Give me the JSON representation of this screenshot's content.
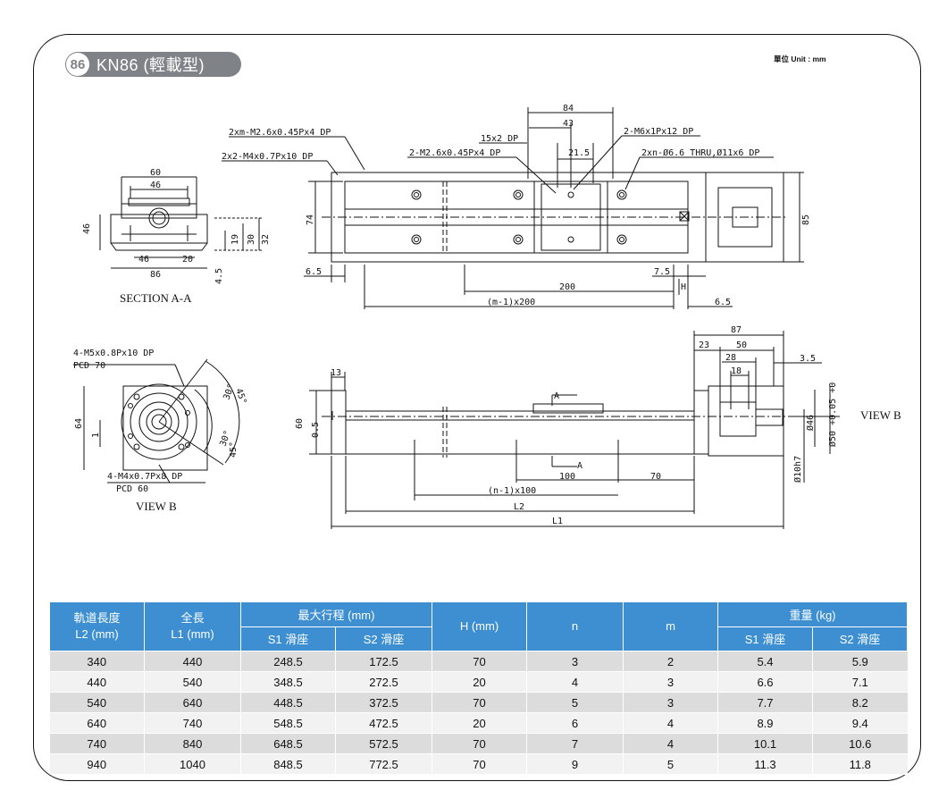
{
  "header": {
    "number": "86",
    "title": "KN86 (輕載型)",
    "unit": "單位 Unit : mm"
  },
  "drawing": {
    "section_a_a": {
      "caption": "SECTION A-A",
      "dims": [
        "60",
        "46",
        "46",
        "20",
        "86",
        "46",
        "19",
        "30",
        "32",
        "4.5"
      ]
    },
    "view_b": {
      "caption": "VIEW B",
      "note_top_1": "4-M5x0.8Px10 DP",
      "note_top_2": "PCD 70",
      "note_bot_1": "4-M4x0.7Px8 DP",
      "note_bot_2": "PCD 60",
      "angles": [
        "45°",
        "30°",
        "30°",
        "45°"
      ],
      "dims": [
        "64",
        "1"
      ]
    },
    "top_view": {
      "labels": [
        "2xm-M2.6x0.45Px4 DP",
        "2x2-M4x0.7Px10 DP",
        "15x2 DP",
        "2-M2.6x0.45Px4 DP",
        "2-M6x1Px12 DP",
        "2xn-Ø6.6 THRU,Ø11x6 DP"
      ],
      "dims": [
        "84",
        "43",
        "21.5",
        "74",
        "85",
        "6.5",
        "7.5",
        "200",
        "H",
        "(m-1)x200",
        "6.5"
      ]
    },
    "side_view": {
      "labels": [
        "A",
        "A",
        "VIEW B"
      ],
      "dims": [
        "87",
        "23",
        "50",
        "28",
        "18",
        "3.5",
        "13",
        "60",
        "0.5",
        "Ø46",
        "Ø50 +0.05 +0",
        "Ø10h7",
        "100",
        "70",
        "(n-1)x100",
        "L2",
        "L1"
      ]
    }
  },
  "table": {
    "headers": {
      "rail_length": "軌道長度\nL2 (mm)",
      "total_length": "全長\nL1 (mm)",
      "max_stroke": "最大行程 (mm)",
      "s1_slider": "S1 滑座",
      "s2_slider": "S2 滑座",
      "h": "H (mm)",
      "n": "n",
      "m": "m",
      "weight": "重量 (kg)",
      "w_s1": "S1 滑座",
      "w_s2": "S2 滑座"
    },
    "rows": [
      [
        "340",
        "440",
        "248.5",
        "172.5",
        "70",
        "3",
        "2",
        "5.4",
        "5.9"
      ],
      [
        "440",
        "540",
        "348.5",
        "272.5",
        "20",
        "4",
        "3",
        "6.6",
        "7.1"
      ],
      [
        "540",
        "640",
        "448.5",
        "372.5",
        "70",
        "5",
        "3",
        "7.7",
        "8.2"
      ],
      [
        "640",
        "740",
        "548.5",
        "472.5",
        "20",
        "6",
        "4",
        "8.9",
        "9.4"
      ],
      [
        "740",
        "840",
        "648.5",
        "572.5",
        "70",
        "7",
        "4",
        "10.1",
        "10.6"
      ],
      [
        "940",
        "1040",
        "848.5",
        "772.5",
        "70",
        "9",
        "5",
        "11.3",
        "11.8"
      ]
    ]
  },
  "colors": {
    "header_blue": "#3d8fd1",
    "row_dark": "#dcdcdc",
    "row_light": "#f2f2f2",
    "pill_gray": "#7f8286"
  }
}
